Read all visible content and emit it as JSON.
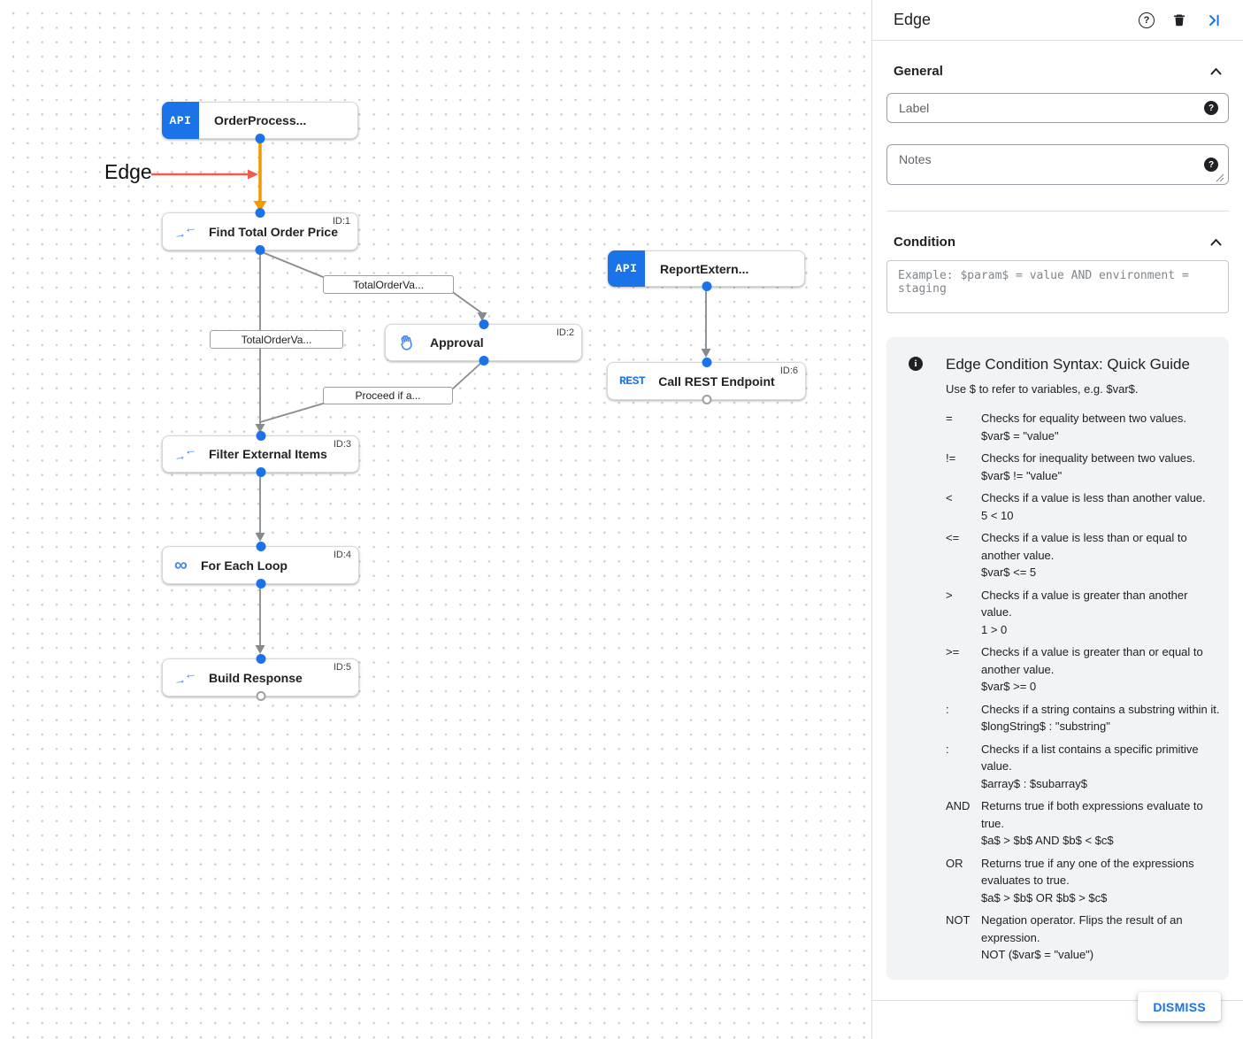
{
  "canvas": {
    "annotation": "Edge",
    "edge_labels": [
      "TotalOrderVa...",
      "TotalOrderVa...",
      "Proceed if a..."
    ],
    "nodes": [
      {
        "title": "OrderProcess...",
        "badge": "API",
        "icon": "api-badge"
      },
      {
        "title": "Find Total Order Price",
        "id_label": "ID:1",
        "icon": "fork-join-icon"
      },
      {
        "title": "Approval",
        "id_label": "ID:2",
        "icon": "hand-approval-icon"
      },
      {
        "title": "ReportExtern...",
        "badge": "API",
        "icon": "api-badge"
      },
      {
        "title": "Call REST Endpoint",
        "id_label": "ID:6",
        "icon": "rest-icon",
        "icon_text": "REST"
      },
      {
        "title": "Filter External Items",
        "id_label": "ID:3",
        "icon": "fork-join-icon"
      },
      {
        "title": "For Each Loop",
        "id_label": "ID:4",
        "icon": "infinity-icon",
        "icon_text": "∞"
      },
      {
        "title": "Build Response",
        "id_label": "ID:5",
        "icon": "fork-join-icon"
      }
    ],
    "colors": {
      "selected_edge": "#f29900",
      "port": "#1a73e8",
      "connector": "#868b90",
      "annotation_arrow": "#f4594e"
    }
  },
  "panel": {
    "title": "Edge",
    "header_icons": [
      "help-icon",
      "trash-icon",
      "collapse-panel-icon"
    ],
    "general": {
      "heading": "General",
      "label_placeholder": "Label",
      "notes_placeholder": "Notes"
    },
    "condition": {
      "heading": "Condition",
      "placeholder": "Example: $param$ = value AND environment = staging"
    },
    "guide": {
      "title": "Edge Condition Syntax: Quick Guide",
      "subtitle": "Use $ to refer to variables, e.g. $var$.",
      "items": [
        {
          "op": "=",
          "desc": "Checks for equality between two values.",
          "example": "$var$ = \"value\""
        },
        {
          "op": "!=",
          "desc": "Checks for inequality between two values.",
          "example": "$var$ != \"value\""
        },
        {
          "op": "<",
          "desc": "Checks if a value is less than another value.",
          "example": "5 < 10"
        },
        {
          "op": "<=",
          "desc": "Checks if a value is less than or equal to another value.",
          "example": "$var$ <= 5"
        },
        {
          "op": ">",
          "desc": "Checks if a value is greater than another value.",
          "example": "1 > 0"
        },
        {
          "op": ">=",
          "desc": "Checks if a value is greater than or equal to another value.",
          "example": "$var$ >= 0"
        },
        {
          "op": ":",
          "desc": "Checks if a string contains a substring within it.",
          "example": "$longString$ : \"substring\""
        },
        {
          "op": ":",
          "desc": "Checks if a list contains a specific primitive value.",
          "example": "$array$ : $subarray$"
        },
        {
          "op": "AND",
          "desc": "Returns true if both expressions evaluate to true.",
          "example": "$a$ > $b$ AND $b$ < $c$"
        },
        {
          "op": "OR",
          "desc": "Returns true if any one of the expressions evaluates to true.",
          "example": "$a$ > $b$ OR $b$ > $c$"
        },
        {
          "op": "NOT",
          "desc": "Negation operator. Flips the result of an expression.",
          "example": "NOT ($var$ = \"value\")"
        }
      ]
    },
    "dismiss_label": "DISMISS"
  }
}
